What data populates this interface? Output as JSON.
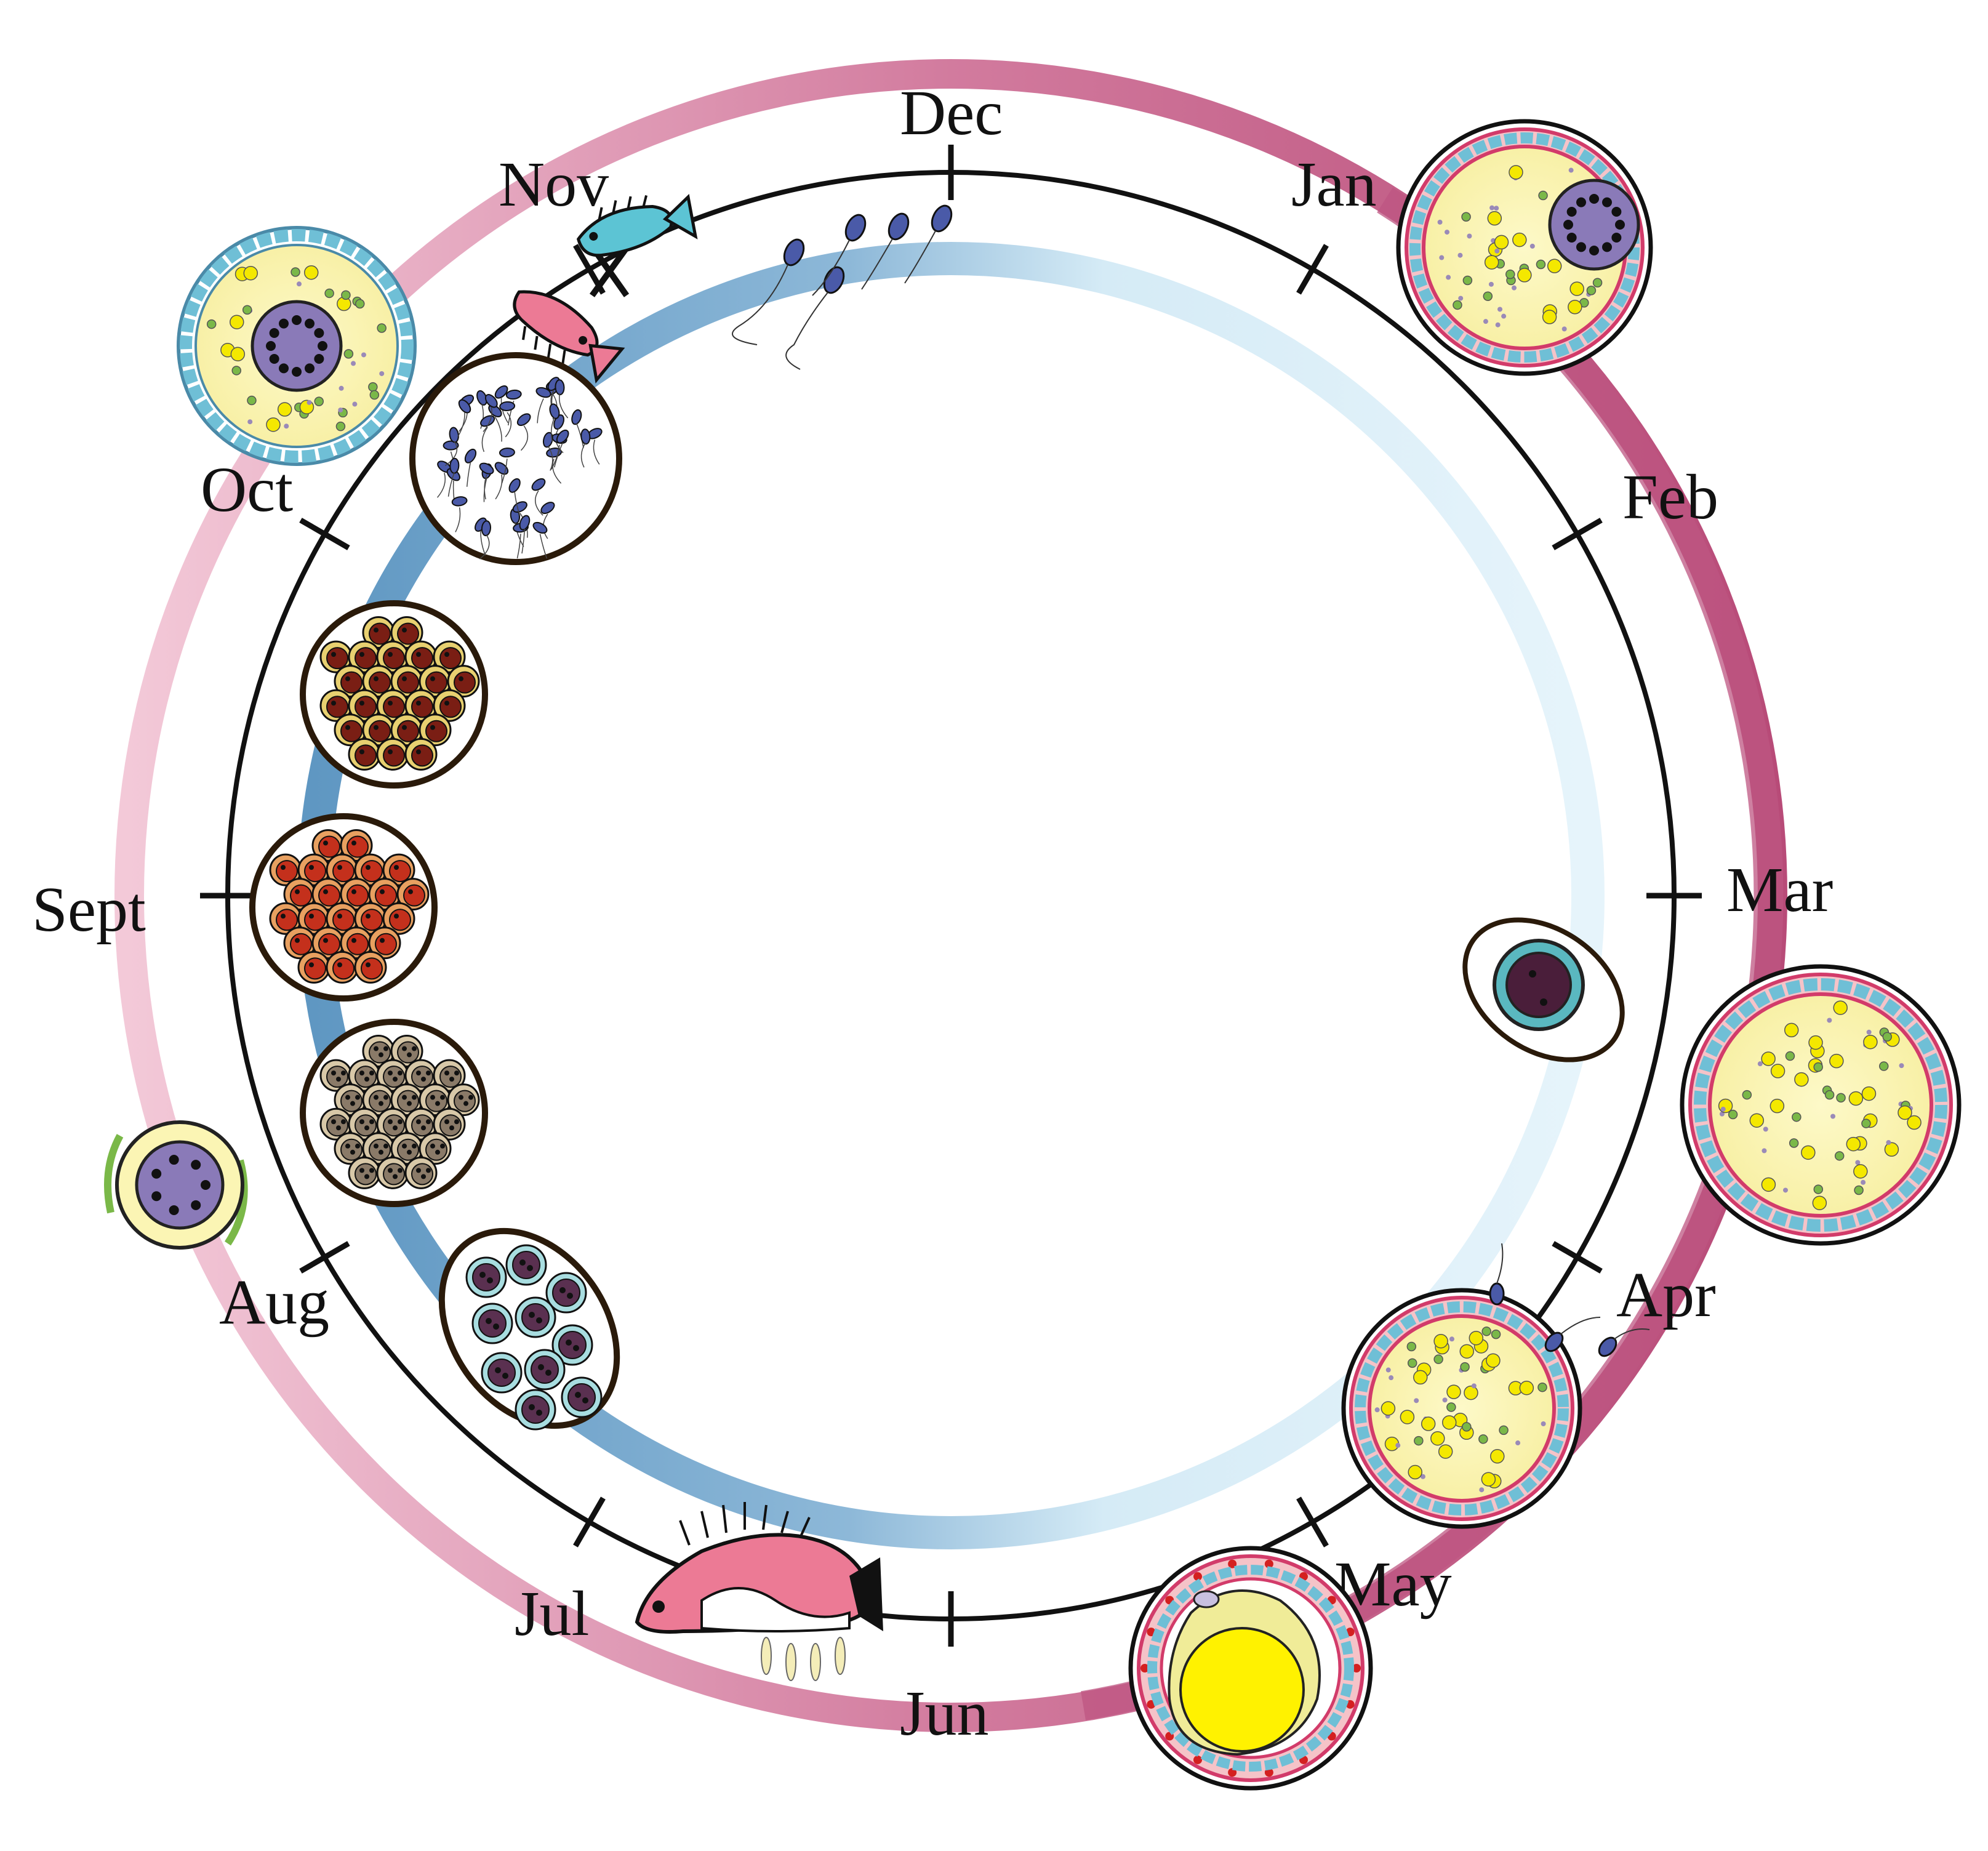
{
  "diagram": {
    "months": [
      {
        "key": "dec",
        "label": "Dec"
      },
      {
        "key": "jan",
        "label": "Jan"
      },
      {
        "key": "feb",
        "label": "Feb"
      },
      {
        "key": "mar",
        "label": "Mar"
      },
      {
        "key": "apr",
        "label": "Apr"
      },
      {
        "key": "may",
        "label": "May"
      },
      {
        "key": "jun",
        "label": "Jun"
      },
      {
        "key": "jul",
        "label": "Jul"
      },
      {
        "key": "aug",
        "label": "Aug"
      },
      {
        "key": "sept",
        "label": "Sept"
      },
      {
        "key": "oct",
        "label": "Oct"
      },
      {
        "key": "nov",
        "label": "Nov"
      }
    ],
    "colors": {
      "outer_ring_light": "#f5d3df",
      "outer_ring_dark": "#b84b78",
      "inner_ring_dark": "#5f97c2",
      "inner_ring_light": "#e4f3fa",
      "cycle_line": "#111111",
      "oocyte_yolk": "#fbf5b4",
      "nucleus": "#8a7ab8",
      "sperm": "#4a5aa8",
      "fish_pink": "#ec7a95",
      "fish_cyan": "#5cc4d4",
      "egg_dark_red": "#7a1e14",
      "egg_orange_red": "#c4301c",
      "egg_brown": "#8a7a68",
      "larva_cream": "#f4edb8"
    },
    "icons": [
      "spawning-fish-pair-icon",
      "sperm-cells-icon",
      "testis-section-icon",
      "oocyte-jan-icon",
      "oocyte-mar-icon",
      "oocyte-apr-icon",
      "embryo-may-icon",
      "zygote-icon",
      "female-fish-with-larvae-icon",
      "eggs-cluster-icon",
      "oocyte-aug-icon",
      "oocyte-oct-icon"
    ]
  }
}
